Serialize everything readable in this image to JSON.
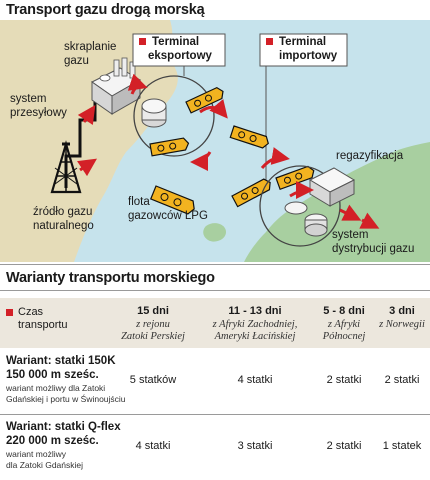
{
  "title": "Transport gazu drogą morską",
  "map": {
    "labels": {
      "skraplanie_1": "skraplanie",
      "skraplanie_2": "gazu",
      "system_1": "system",
      "system_2": "przesyłowy",
      "zrodlo_1": "źródło gazu",
      "zrodlo_2": "naturalnego",
      "flota_1": "flota",
      "flota_2": "gazowców LPG",
      "regazyfikacja": "regazyfikacja",
      "dystrybucja_1": "system",
      "dystrybucja_2": "dystrybucji gazu"
    },
    "terminal_export": [
      "Terminal",
      "eksportowy"
    ],
    "terminal_import": [
      "Terminal",
      "importowy"
    ]
  },
  "colors": {
    "accent": "#d32027",
    "land_left": "#e5dcb8",
    "land_right": "#a8cfa0",
    "sea": "#c6e3ec",
    "ship": "#f2b320",
    "header_bg": "#ece7dd"
  },
  "variants_section": {
    "title": "Warianty transportu morskiego",
    "header_label": [
      "Czas",
      "transportu"
    ],
    "columns": [
      {
        "days": "15 dni",
        "from": [
          "z rejonu",
          "Zatoki Perskiej"
        ]
      },
      {
        "days": "11 - 13 dni",
        "from": [
          "z Afryki Zachodniej,",
          "Ameryki Łacińskiej"
        ]
      },
      {
        "days": "5 - 8 dni",
        "from": [
          "z Afryki",
          "Północnej"
        ]
      },
      {
        "days": "3 dni",
        "from": [
          "z Norwegii"
        ]
      }
    ],
    "rows": [
      {
        "name": "Wariant: statki 150K",
        "capacity": "150 000 m sześc.",
        "note": [
          "wariant możliwy dla Zatoki",
          "Gdańskiej i portu w Świnoujściu"
        ],
        "values": [
          "5 statków",
          "4 statki",
          "2 statki",
          "2 statki"
        ]
      },
      {
        "name": "Wariant: statki Q-flex",
        "capacity": "220 000 m sześc.",
        "note": [
          "wariant możliwy",
          "dla Zatoki Gdańskiej"
        ],
        "values": [
          "4 statki",
          "3 statki",
          "2 statki",
          "1 statek"
        ]
      }
    ]
  }
}
